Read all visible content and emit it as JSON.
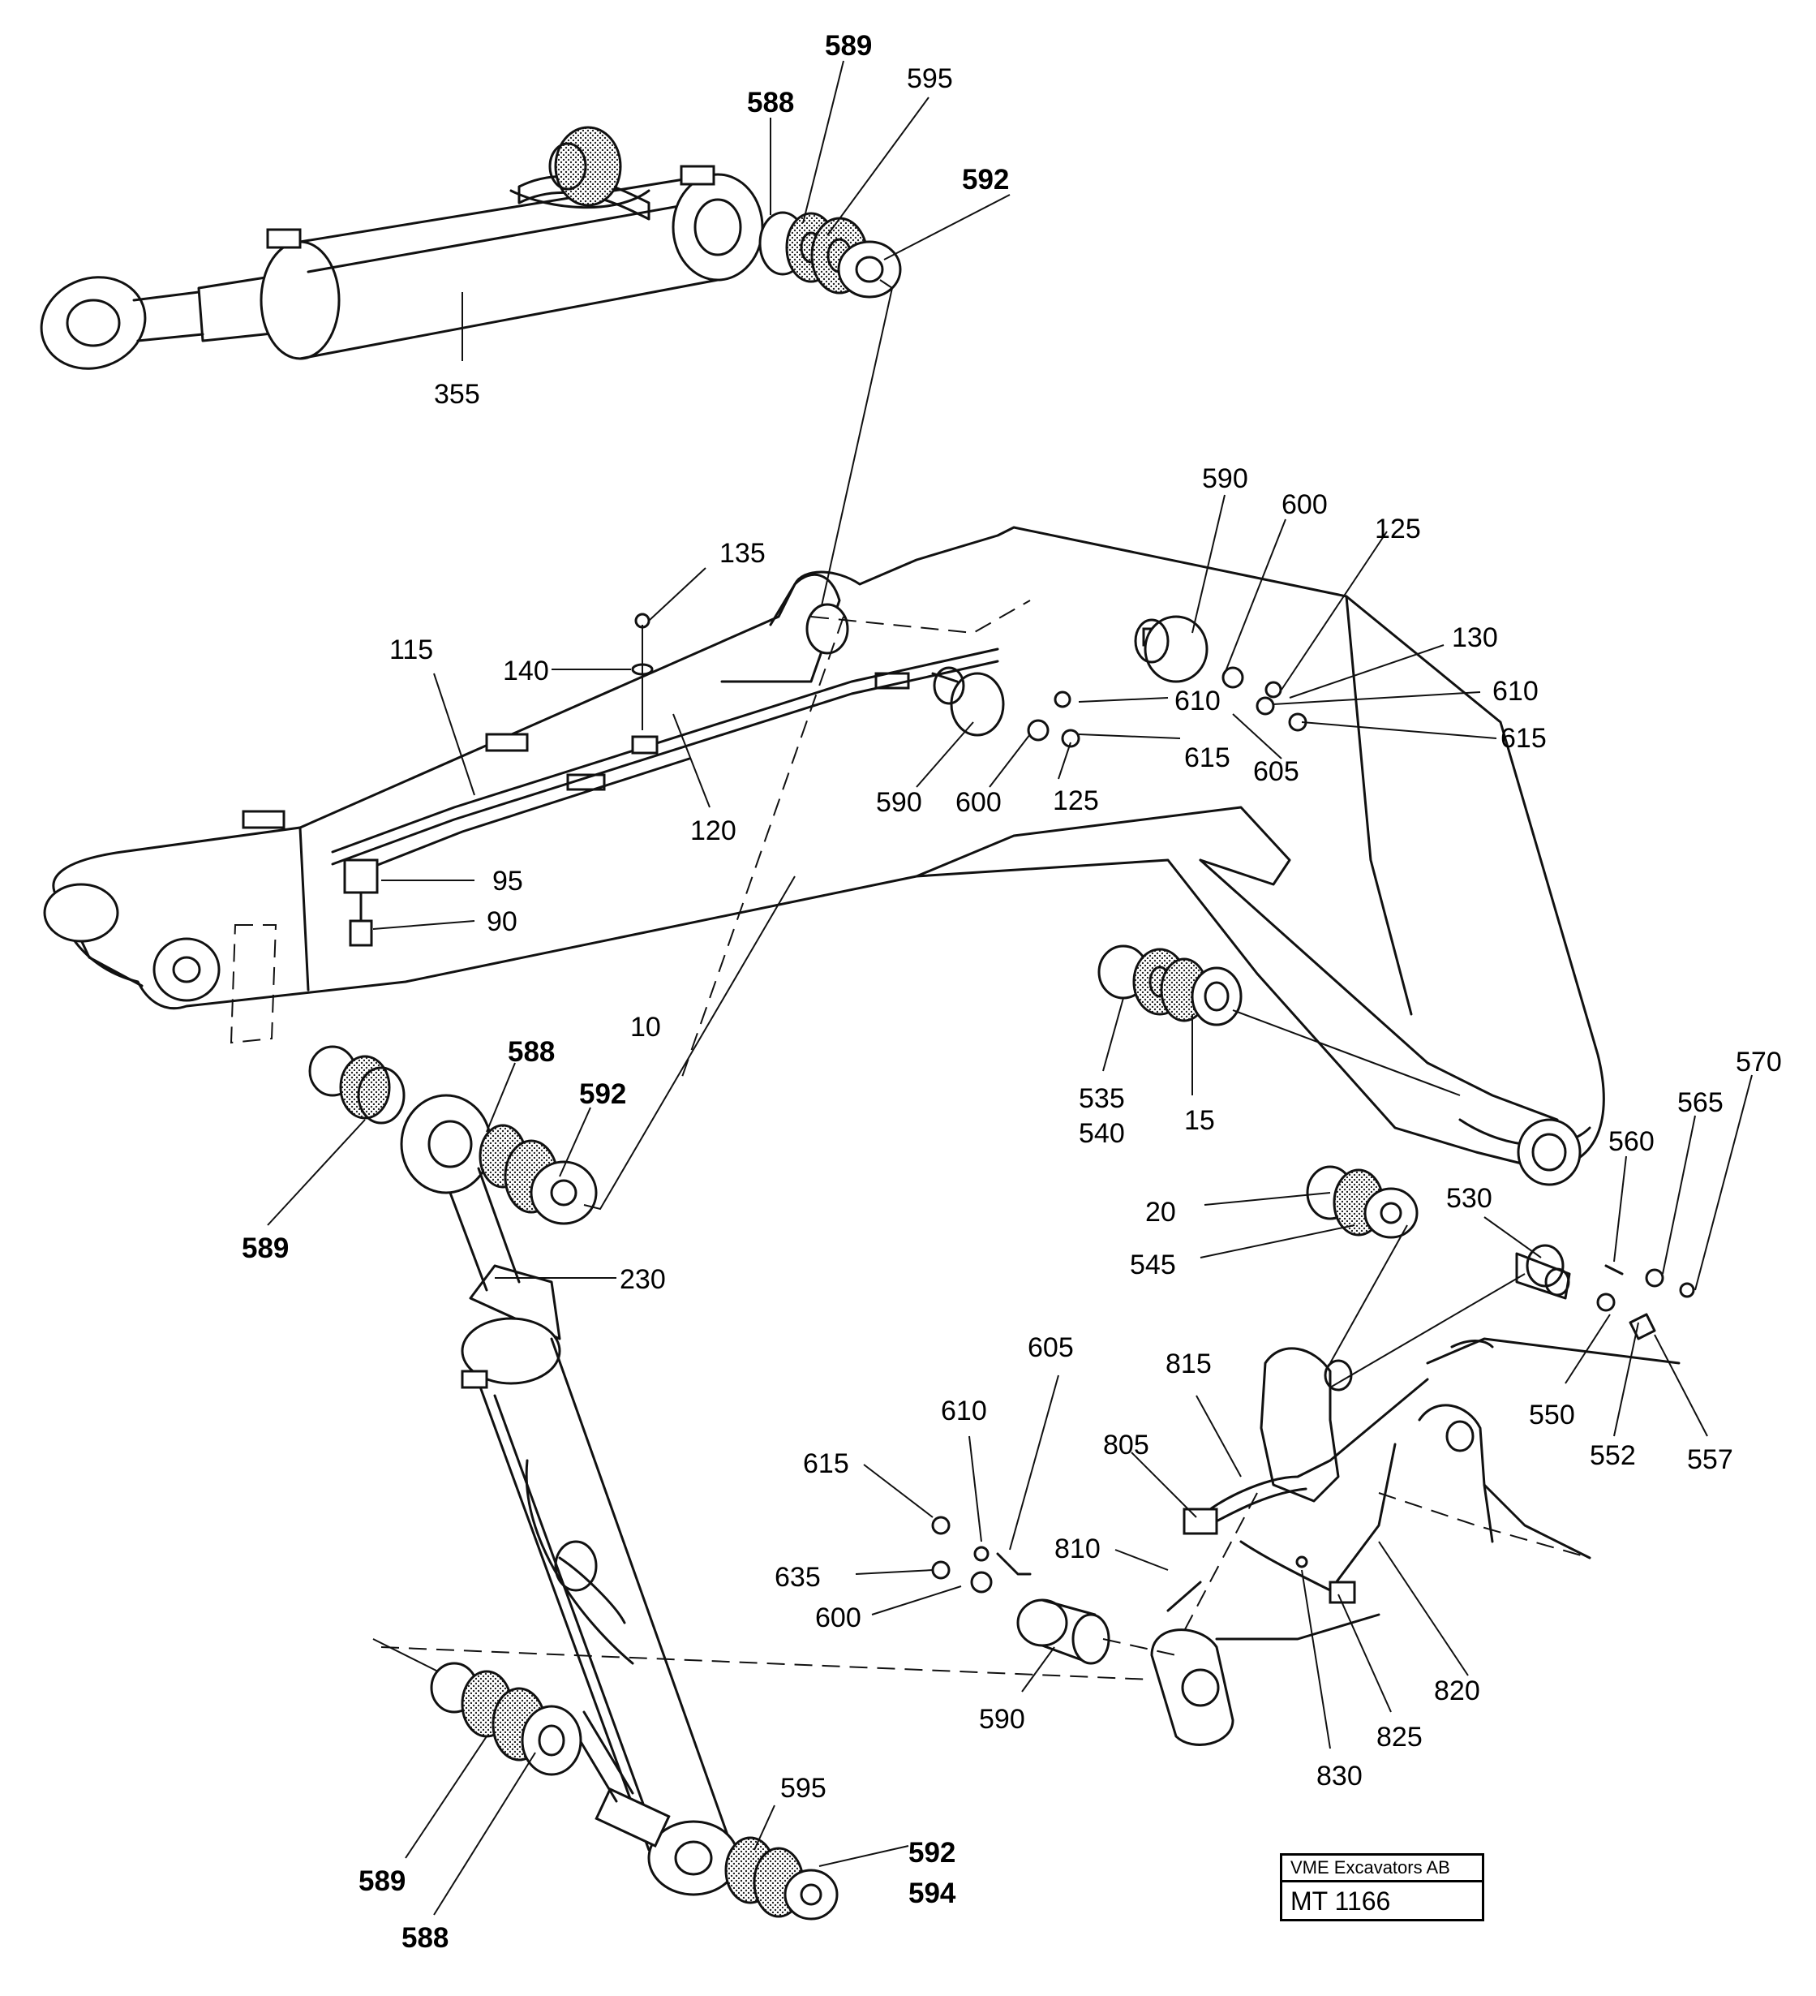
{
  "title_block": {
    "company": "VME Excavators AB",
    "doc_number": "MT 1166"
  },
  "callouts": [
    {
      "id": "c589a",
      "text": "589",
      "bold": true
    },
    {
      "id": "c588a",
      "text": "588",
      "bold": true
    },
    {
      "id": "c595a",
      "text": "595",
      "bold": false
    },
    {
      "id": "c592a",
      "text": "592",
      "bold": true
    },
    {
      "id": "c355",
      "text": "355",
      "bold": false
    },
    {
      "id": "c135",
      "text": "135",
      "bold": false
    },
    {
      "id": "c140",
      "text": "140",
      "bold": false
    },
    {
      "id": "c115",
      "text": "115",
      "bold": false
    },
    {
      "id": "c120",
      "text": "120",
      "bold": false
    },
    {
      "id": "c95",
      "text": "95",
      "bold": false
    },
    {
      "id": "c90",
      "text": "90",
      "bold": false
    },
    {
      "id": "c10",
      "text": "10",
      "bold": false
    },
    {
      "id": "c590a",
      "text": "590",
      "bold": false
    },
    {
      "id": "c600a",
      "text": "600",
      "bold": false
    },
    {
      "id": "c125a",
      "text": "125",
      "bold": false
    },
    {
      "id": "c130",
      "text": "130",
      "bold": false
    },
    {
      "id": "c610a",
      "text": "610",
      "bold": false
    },
    {
      "id": "c615a",
      "text": "615",
      "bold": false
    },
    {
      "id": "c605a",
      "text": "605",
      "bold": false
    },
    {
      "id": "c610b",
      "text": "610",
      "bold": false
    },
    {
      "id": "c615b",
      "text": "615",
      "bold": false
    },
    {
      "id": "c590b",
      "text": "590",
      "bold": false
    },
    {
      "id": "c600b",
      "text": "600",
      "bold": false
    },
    {
      "id": "c125b",
      "text": "125",
      "bold": false
    },
    {
      "id": "c588b",
      "text": "588",
      "bold": true
    },
    {
      "id": "c592b",
      "text": "592",
      "bold": true
    },
    {
      "id": "c589b",
      "text": "589",
      "bold": true
    },
    {
      "id": "c230",
      "text": "230",
      "bold": false
    },
    {
      "id": "c535",
      "text": "535",
      "bold": false
    },
    {
      "id": "c540",
      "text": "540",
      "bold": false
    },
    {
      "id": "c15",
      "text": "15",
      "bold": false
    },
    {
      "id": "c570",
      "text": "570",
      "bold": false
    },
    {
      "id": "c565",
      "text": "565",
      "bold": false
    },
    {
      "id": "c560",
      "text": "560",
      "bold": false
    },
    {
      "id": "c530",
      "text": "530",
      "bold": false
    },
    {
      "id": "c20",
      "text": "20",
      "bold": false
    },
    {
      "id": "c545",
      "text": "545",
      "bold": false
    },
    {
      "id": "c550",
      "text": "550",
      "bold": false
    },
    {
      "id": "c552",
      "text": "552",
      "bold": false
    },
    {
      "id": "c557",
      "text": "557",
      "bold": false
    },
    {
      "id": "c605b",
      "text": "605",
      "bold": false
    },
    {
      "id": "c815",
      "text": "815",
      "bold": false
    },
    {
      "id": "c610c",
      "text": "610",
      "bold": false
    },
    {
      "id": "c805",
      "text": "805",
      "bold": false
    },
    {
      "id": "c615c",
      "text": "615",
      "bold": false
    },
    {
      "id": "c810",
      "text": "810",
      "bold": false
    },
    {
      "id": "c635",
      "text": "635",
      "bold": false
    },
    {
      "id": "c600c",
      "text": "600",
      "bold": false
    },
    {
      "id": "c590c",
      "text": "590",
      "bold": false
    },
    {
      "id": "c820",
      "text": "820",
      "bold": false
    },
    {
      "id": "c825",
      "text": "825",
      "bold": false
    },
    {
      "id": "c830",
      "text": "830",
      "bold": false
    },
    {
      "id": "c595b",
      "text": "595",
      "bold": false
    },
    {
      "id": "c592c",
      "text": "592",
      "bold": true
    },
    {
      "id": "c594",
      "text": "594",
      "bold": true
    },
    {
      "id": "c589c",
      "text": "589",
      "bold": true
    },
    {
      "id": "c588c",
      "text": "588",
      "bold": true
    }
  ]
}
